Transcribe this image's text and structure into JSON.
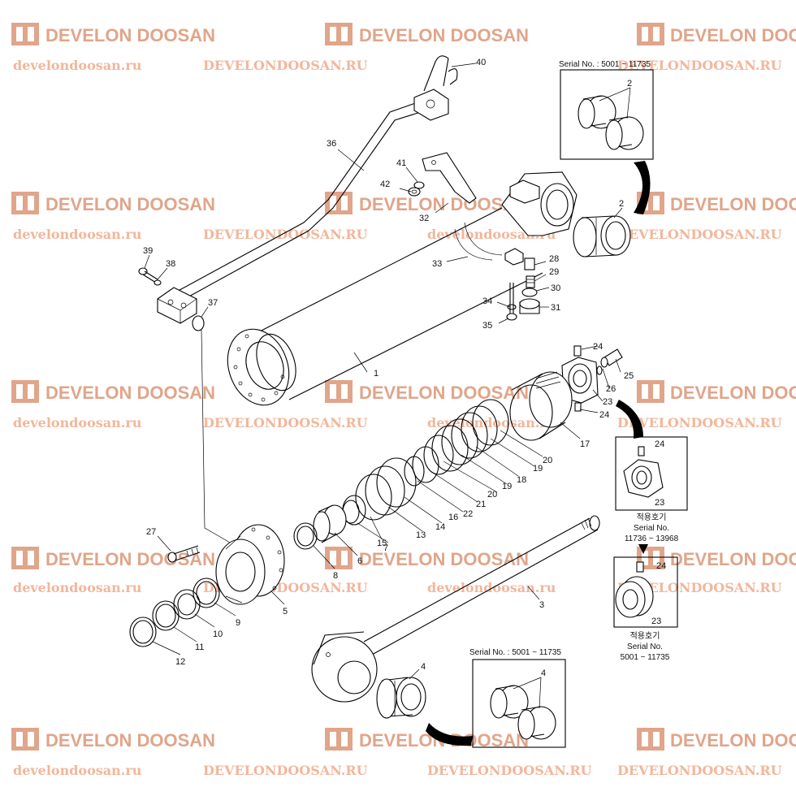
{
  "watermark": {
    "brand": "DEVELON DOOSAN",
    "url_lower": "develondoosan.ru",
    "url_upper": "DEVELONDOOSAN.RU",
    "color": "#e0a58a"
  },
  "insets": {
    "rod_bushing_top": {
      "serial": "Serial No. : 5001 ~ 11735",
      "part": "2"
    },
    "rod_bushing_bottom": {
      "serial": "Serial No. : 5001 ~ 11735",
      "part": "4"
    },
    "nut_new": {
      "applicable": "적용호기",
      "serial_label": "Serial No.",
      "serial_range": "11736 ~ 13968",
      "part_a": "24",
      "part_b": "23"
    },
    "nut_old": {
      "applicable": "적용호기",
      "serial_label": "Serial No.",
      "serial_range": "5001 ~ 11735",
      "part_a": "24",
      "part_b": "23"
    }
  },
  "callouts": [
    "1",
    "2",
    "3",
    "4",
    "5",
    "6",
    "7",
    "8",
    "9",
    "10",
    "11",
    "12",
    "13",
    "14",
    "15",
    "16",
    "17",
    "18",
    "19",
    "19",
    "20",
    "20",
    "21",
    "22",
    "23",
    "24",
    "24",
    "25",
    "26",
    "27",
    "28",
    "29",
    "30",
    "31",
    "32",
    "33",
    "34",
    "35",
    "36",
    "37",
    "38",
    "39",
    "40",
    "41",
    "42"
  ]
}
